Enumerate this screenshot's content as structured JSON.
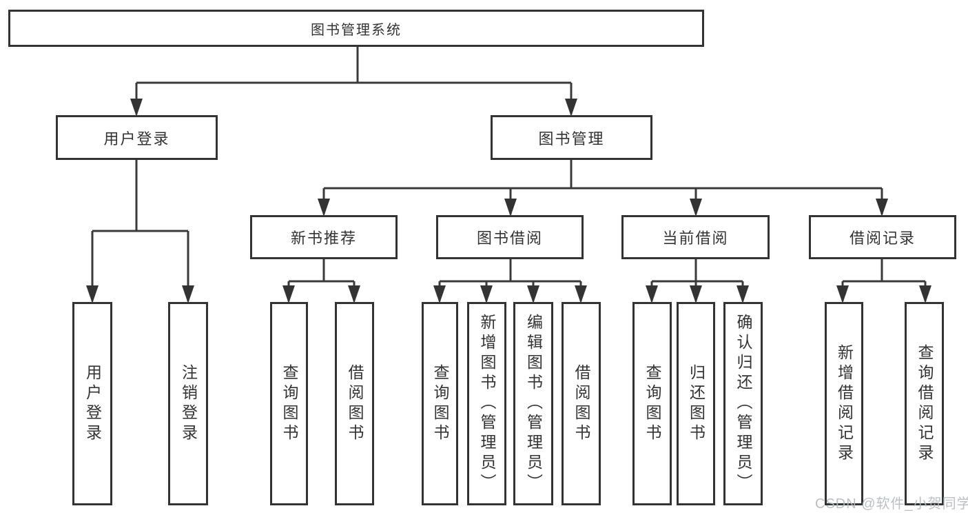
{
  "colors": {
    "line": "#3a3a3a",
    "box_border": "#333333",
    "text": "#333333",
    "watermark": "#b5b9bd",
    "background": "#ffffff"
  },
  "tree": {
    "label": "图书管理系统",
    "children": [
      {
        "label": "用户登录",
        "children": [
          {
            "label": "用户登录"
          },
          {
            "label": "注销登录"
          }
        ]
      },
      {
        "label": "图书管理",
        "children": [
          {
            "label": "新书推荐",
            "children": [
              {
                "label": "查询图书"
              },
              {
                "label": "借阅图书"
              }
            ]
          },
          {
            "label": "图书借阅",
            "children": [
              {
                "label": "查询图书"
              },
              {
                "label": "新增图书（管理员）"
              },
              {
                "label": "编辑图书（管理员）"
              },
              {
                "label": "借阅图书"
              }
            ]
          },
          {
            "label": "当前借阅",
            "children": [
              {
                "label": "查询图书"
              },
              {
                "label": "归还图书"
              },
              {
                "label": "确认归还（管理员）"
              }
            ]
          },
          {
            "label": "借阅记录",
            "children": [
              {
                "label": "新增借阅记录"
              },
              {
                "label": "查询借阅记录"
              }
            ]
          }
        ]
      }
    ]
  },
  "watermark": {
    "text": "CSDN @软件_小贺同学"
  }
}
